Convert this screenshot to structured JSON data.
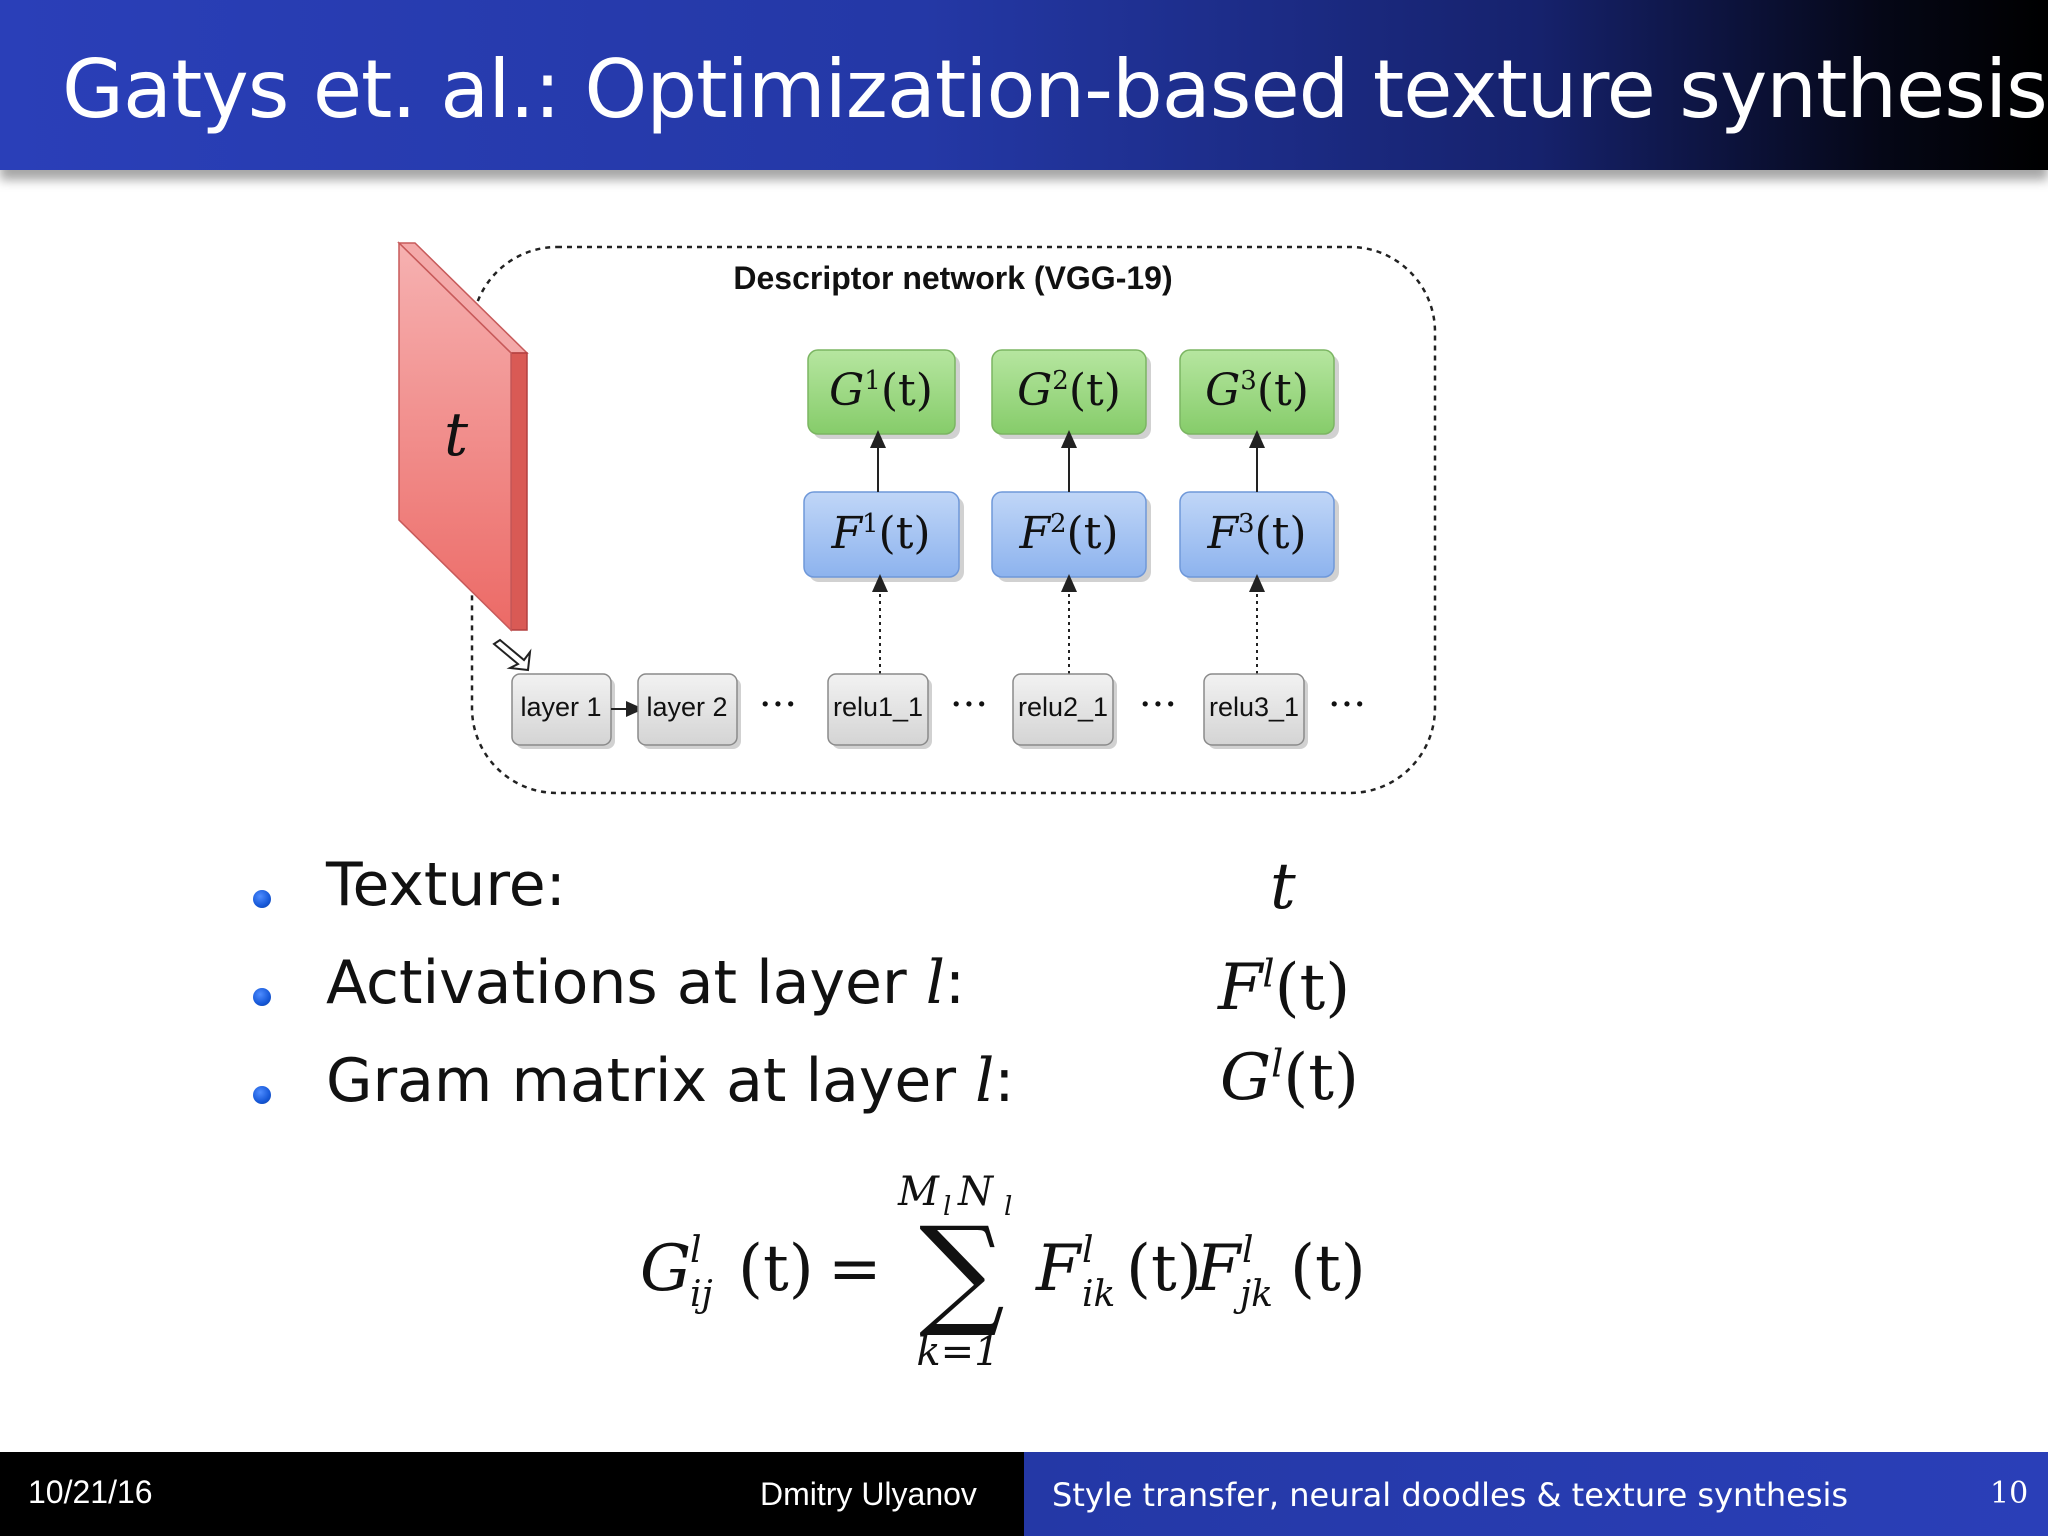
{
  "slide": {
    "title": "Gatys et. al.: Optimization-based texture synthesis",
    "page_number": "10"
  },
  "diagram": {
    "network_title": "Descriptor network (VGG-19)",
    "texture_label": "t",
    "gram_nodes": [
      "G",
      "G",
      "G"
    ],
    "gram_superscripts": [
      "1",
      "2",
      "3"
    ],
    "feature_nodes": [
      "F",
      "F",
      "F"
    ],
    "feature_superscripts": [
      "1",
      "2",
      "3"
    ],
    "node_argument": "(t)",
    "layers": [
      "layer 1",
      "layer 2",
      "relu1_1",
      "relu2_1",
      "relu3_1"
    ],
    "ellipsis": "···"
  },
  "bullets": [
    {
      "label": "Texture:",
      "math": "t"
    },
    {
      "label": "Activations at layer ",
      "label_var": "l",
      "label_end": ":",
      "math_base": "F",
      "math_sup": "l",
      "math_arg": "(t)"
    },
    {
      "label": "Gram matrix at layer ",
      "label_var": "l",
      "label_end": ":",
      "math_base": "G",
      "math_sup": "l",
      "math_arg": "(t)"
    }
  ],
  "formula": {
    "lhs_base": "G",
    "lhs_sup": "l",
    "lhs_sub": "ij",
    "lhs_arg": "(t)",
    "equals": "=",
    "sum_upper": "M",
    "sum_upper_sub1": "l",
    "sum_upper2": "N",
    "sum_upper_sub2": "l",
    "sum_symbol": "∑",
    "sum_lower": "k=1",
    "rhs1_base": "F",
    "rhs1_sup": "l",
    "rhs1_sub": "ik",
    "rhs1_arg": "(t)",
    "rhs2_base": "F",
    "rhs2_sup": "l",
    "rhs2_sub": "jk",
    "rhs2_arg": "(t)"
  },
  "footer": {
    "date": "10/21/16",
    "author": "Dmitry Ulyanov",
    "talk_title": "Style transfer, neural doodles & texture synthesis"
  },
  "colors": {
    "title_blue": "#2a3fb8",
    "gram_green": "#9fd986",
    "feature_blue": "#a9c6f3",
    "texture_red": "#f08080",
    "bullet_blue": "#1658d8"
  }
}
